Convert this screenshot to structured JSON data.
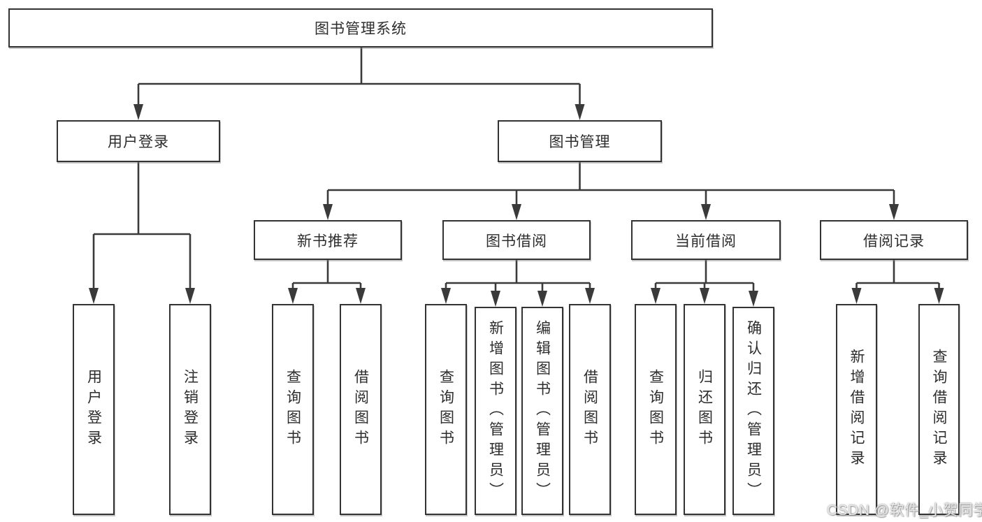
{
  "colors": {
    "line": "#3a3a3a",
    "box_border": "#333333",
    "box_fill": "#ffffff",
    "text": "#2d2d2d",
    "background": "#ffffff",
    "watermark": "#e8e8e8"
  },
  "watermark": {
    "text": "CSDN @软件_小贺同学"
  },
  "tree": {
    "label": "图书管理系统",
    "children": [
      {
        "label": "用户登录",
        "children": [
          {
            "label": "用户登录"
          },
          {
            "label": "注销登录"
          }
        ]
      },
      {
        "label": "图书管理",
        "children": [
          {
            "label": "新书推荐",
            "children": [
              {
                "label": "查询图书"
              },
              {
                "label": "借阅图书"
              }
            ]
          },
          {
            "label": "图书借阅",
            "children": [
              {
                "label": "查询图书"
              },
              {
                "label": "新增图书（管理员）"
              },
              {
                "label": "编辑图书（管理员）"
              },
              {
                "label": "借阅图书"
              }
            ]
          },
          {
            "label": "当前借阅",
            "children": [
              {
                "label": "查询图书"
              },
              {
                "label": "归还图书"
              },
              {
                "label": "确认归还（管理员）"
              }
            ]
          },
          {
            "label": "借阅记录",
            "children": [
              {
                "label": "新增借阅记录"
              },
              {
                "label": "查询借阅记录"
              }
            ]
          }
        ]
      }
    ]
  }
}
